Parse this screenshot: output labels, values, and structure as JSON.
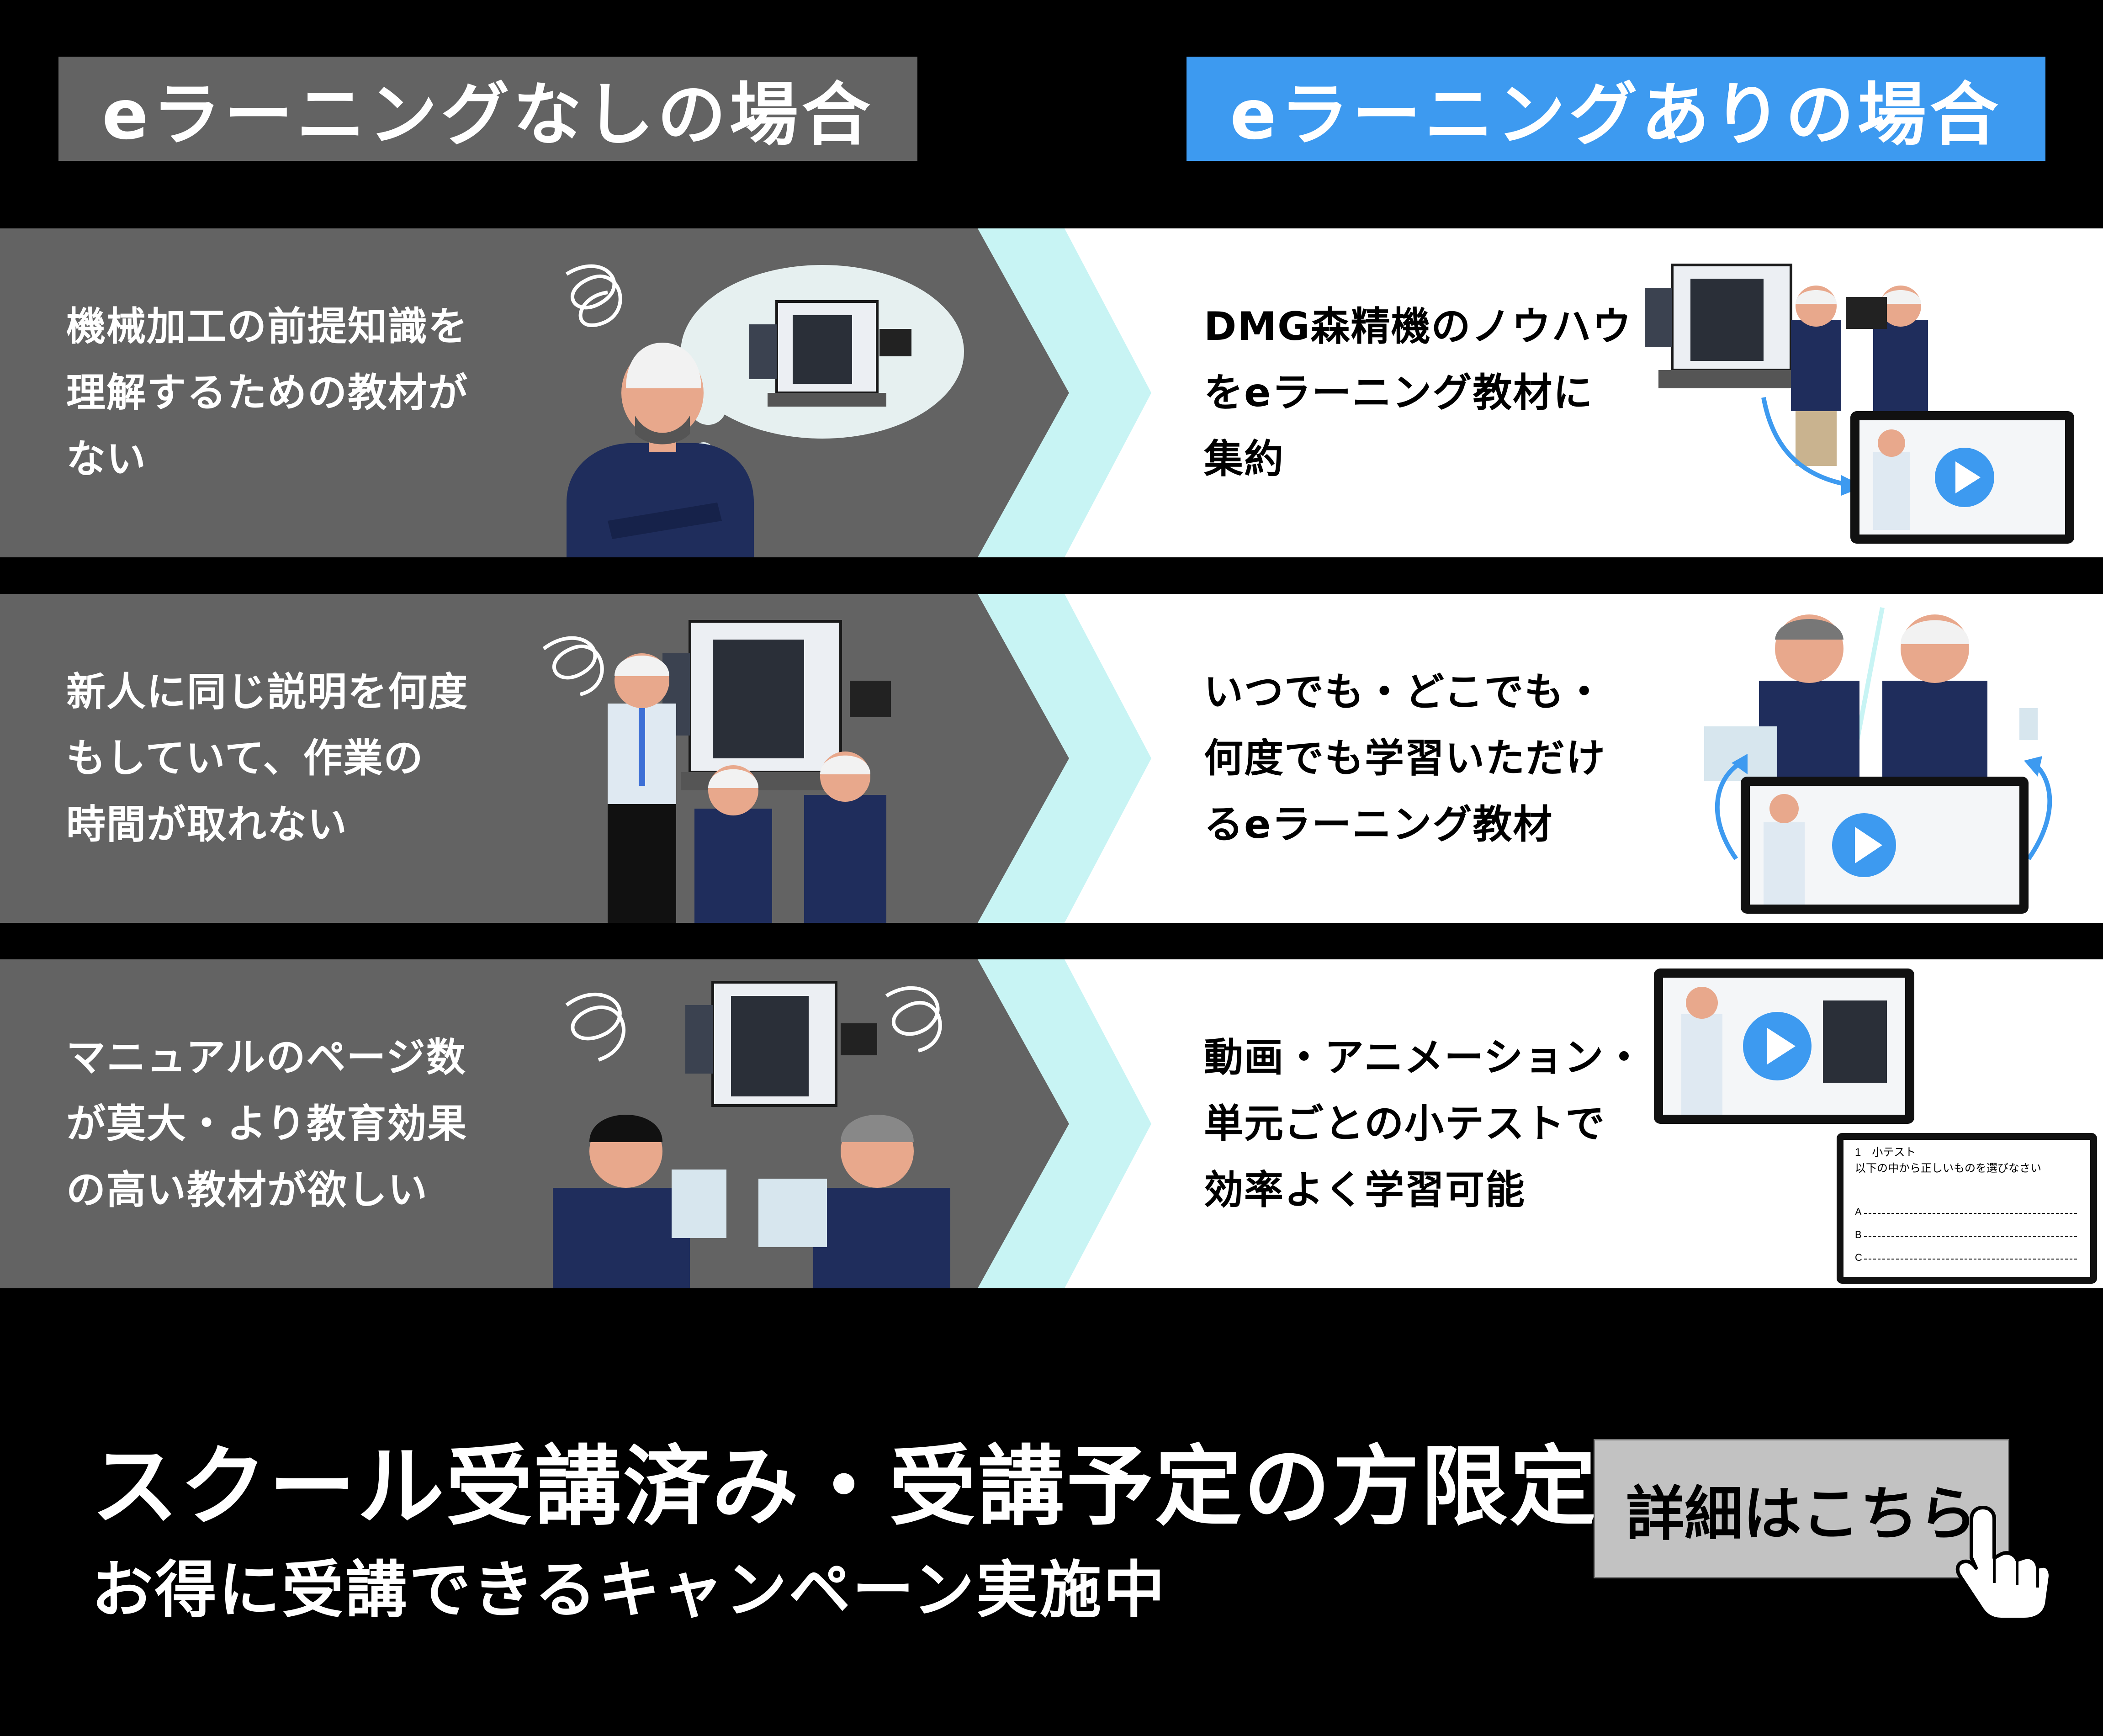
{
  "header": {
    "left_label": "eラーニングなしの場合",
    "right_label": "eラーニングありの場合",
    "left_color": "#636363",
    "right_color": "#3d9af0"
  },
  "rows": [
    {
      "problem_lines": [
        "機械加工の前提知識を",
        "理解するための教材が",
        "ない"
      ],
      "solution_lines": [
        "DMG森精機のノウハウ",
        "をeラーニング教材に",
        "集約"
      ]
    },
    {
      "problem_lines": [
        "新人に同じ説明を何度",
        "もしていて、作業の",
        "時間が取れない"
      ],
      "solution_lines": [
        "いつでも・どこでも・",
        "何度でも学習いただけ",
        "るeラーニング教材"
      ]
    },
    {
      "problem_lines": [
        "マニュアルのページ数",
        "が莫大・より教育効果",
        "の高い教材が欲しい"
      ],
      "solution_lines": [
        "動画・アニメーション・",
        "単元ごとの小テストで",
        "効率よく学習可能"
      ]
    }
  ],
  "quiz": {
    "title": "1　小テスト",
    "question": "以下の中から正しいものを選びなさい",
    "options": [
      "A",
      "B",
      "C"
    ]
  },
  "campaign": {
    "headline": "スクール受講済み・受講予定の方限定で",
    "subline": "お得に受講できるキャンペーン実施中",
    "cta_label": "詳細はこちら"
  },
  "colors": {
    "panel_gray": "#636363",
    "arrow_cyan": "#c8f4f4",
    "accent_blue": "#3d9af0",
    "navy": "#1f2d5c"
  },
  "icons": [
    "scribble-icon",
    "thought-bubble-icon",
    "play-icon",
    "pointing-hand-icon",
    "machine-icon"
  ]
}
